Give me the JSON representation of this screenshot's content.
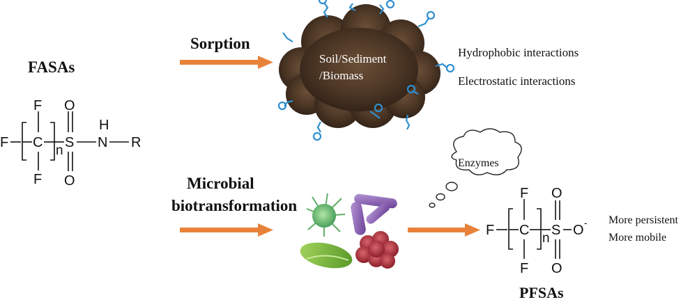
{
  "fasas": {
    "title": "FASAs",
    "atoms": {
      "f": "F",
      "c": "C",
      "n": "n",
      "s": "S",
      "o": "O",
      "h": "H",
      "nitrogen": "N",
      "r": "R"
    }
  },
  "sorption": {
    "label": "Sorption",
    "particle_label_line1": "Soil/Sediment",
    "particle_label_line2": "/Biomass",
    "interactions": [
      "Hydrophobic interactions",
      "Electrostatic interactions"
    ]
  },
  "biotransformation": {
    "label_line1": "Microbial",
    "label_line2": "biotransformation",
    "bubble_text": "Enzymes"
  },
  "pfsas": {
    "title": "PFSAs",
    "atoms": {
      "f": "F",
      "c": "C",
      "n": "n",
      "s": "S",
      "o": "O",
      "o_minus": "O",
      "charge": "-"
    },
    "properties": [
      "More persistent",
      "More mobile"
    ]
  },
  "colors": {
    "arrow": "#e8823a",
    "chain": "#2f8fd0",
    "soil": "#4a3524",
    "microbe_green": "#6cc16e",
    "microbe_purple": "#8d63b6",
    "microbe_red": "#b7353f",
    "microbe_lime": "#7fbd3f"
  }
}
